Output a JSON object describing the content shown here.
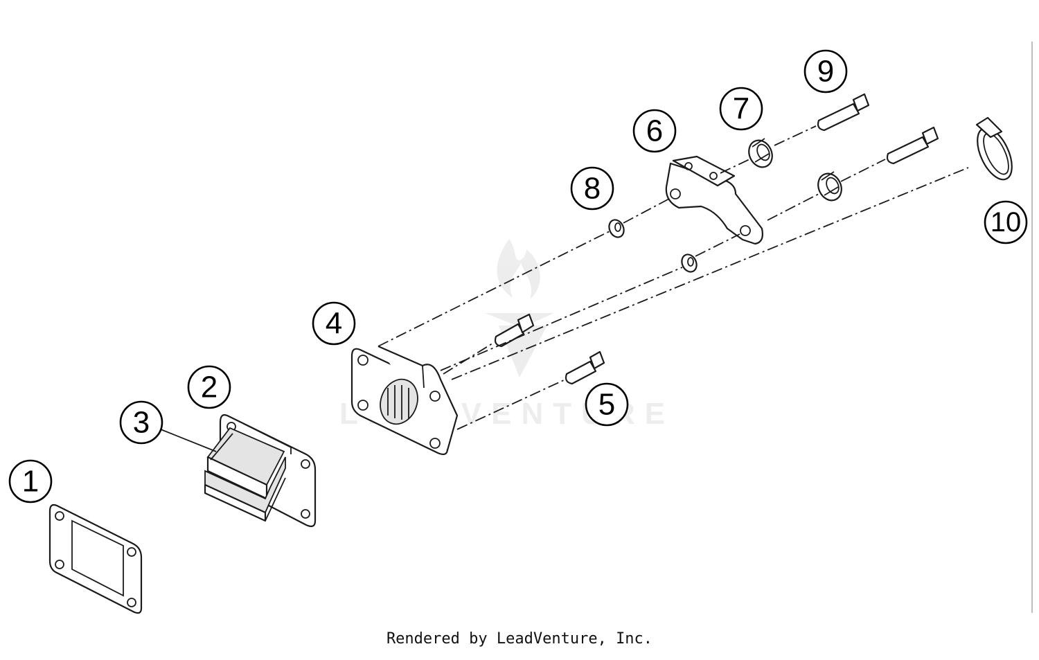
{
  "callouts": [
    {
      "number": "1"
    },
    {
      "number": "2"
    },
    {
      "number": "3"
    },
    {
      "number": "4"
    },
    {
      "number": "5"
    },
    {
      "number": "6"
    },
    {
      "number": "7"
    },
    {
      "number": "8"
    },
    {
      "number": "9"
    },
    {
      "number": "10"
    }
  ],
  "watermark": {
    "text": "LEADVENTURE"
  },
  "footer": {
    "credit": "Rendered by LeadVenture, Inc."
  }
}
